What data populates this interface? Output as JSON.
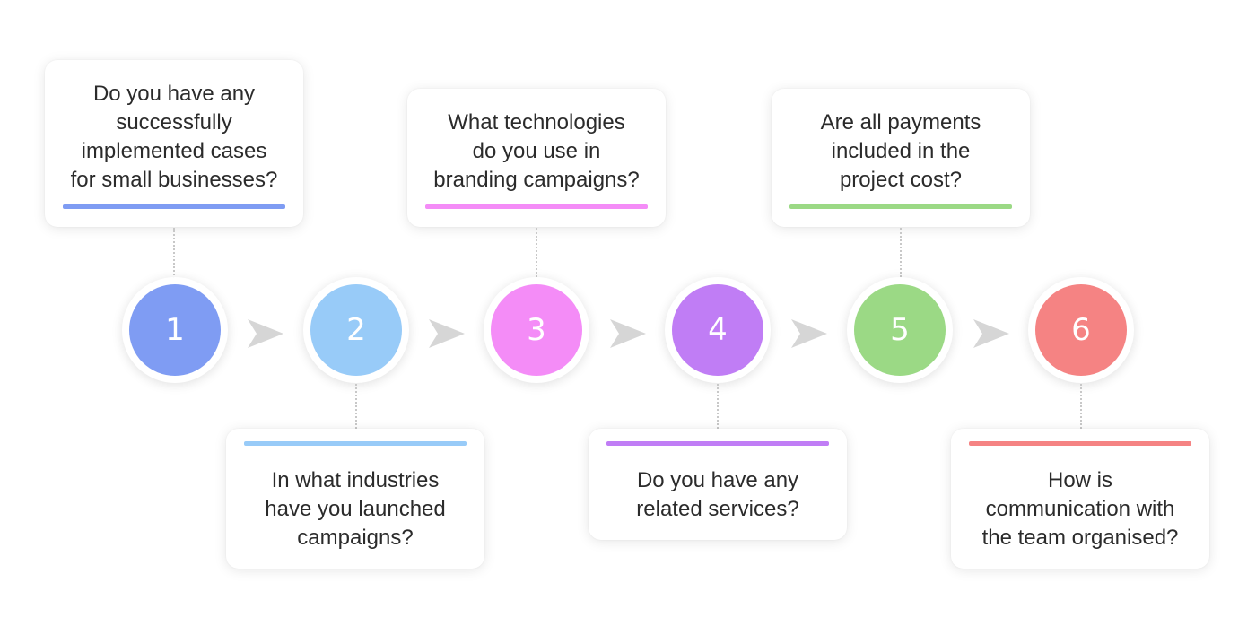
{
  "steps": [
    {
      "number": "1",
      "question": "Do you have any\nsuccessfully\nimplemented cases\nfor small businesses?",
      "color": "#7f9cf3"
    },
    {
      "number": "2",
      "question": "In what industries\nhave you launched\ncampaigns?",
      "color": "#98cbf8"
    },
    {
      "number": "3",
      "question": "What technologies\ndo you use in\nbranding campaigns?",
      "color": "#f48cf7"
    },
    {
      "number": "4",
      "question": "Do you have any\nrelated services?",
      "color": "#c07df5"
    },
    {
      "number": "5",
      "question": "Are all payments\nincluded in the\nproject cost?",
      "color": "#9bd985"
    },
    {
      "number": "6",
      "question": "How is\ncommunication with\nthe team organised?",
      "color": "#f58383"
    }
  ],
  "colors": {
    "arrow": "#d6d6d6",
    "connector": "#c8c8c8",
    "text": "#2b2b2b"
  }
}
